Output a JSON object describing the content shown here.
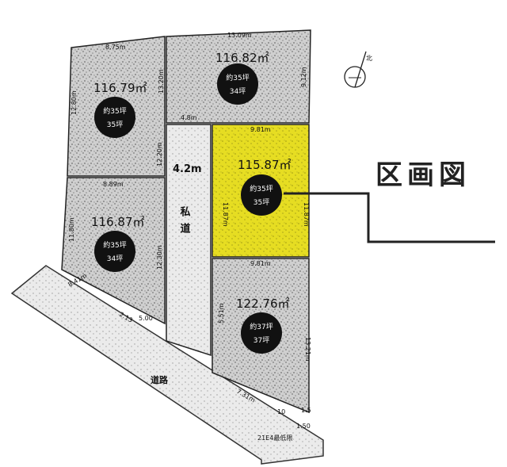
{
  "title": "区画図",
  "north_symbol": "北",
  "lots": [
    {
      "id": "lot-upper-left",
      "area": "116.79㎡",
      "badge_top": "約35坪",
      "badge_bottom": "35坪",
      "highlight": false
    },
    {
      "id": "lot-upper-right",
      "area": "116.82㎡",
      "badge_top": "約35坪",
      "badge_bottom": "34坪",
      "highlight": false
    },
    {
      "id": "lot-lower-left",
      "area": "116.87㎡",
      "badge_top": "約35坪",
      "badge_bottom": "34坪",
      "highlight": false
    },
    {
      "id": "lot-middle-right",
      "area": "115.87㎡",
      "badge_top": "約35坪",
      "badge_bottom": "35坪",
      "highlight": true,
      "highlight_color": "#e6dd22"
    },
    {
      "id": "lot-lower-right",
      "area": "122.76㎡",
      "badge_top": "約37坪",
      "badge_bottom": "37坪",
      "highlight": false
    }
  ],
  "driveway": {
    "width": "4.2m",
    "label": "私道"
  },
  "road_label": "道路",
  "bottom_label": "21E4最低限",
  "dimensions": {
    "top_left": "8.75m",
    "top_right": "13.09m",
    "mid_left_top": "8.89m",
    "mid_right_top": "9.81m",
    "mid_right_bottom": "9.81m",
    "road_left": "8.41m",
    "road_mid": "2.13",
    "road_mid_b": "5.00",
    "road_right": "7.31m",
    "road_right_b": "10",
    "driveway_top": "4.8m",
    "side_a": "12.80m",
    "side_b": "13.20m",
    "side_c": "12.20m",
    "side_d": "11.80m",
    "side_e": "11.87m",
    "side_f": "11.87m",
    "side_g": "12.30m",
    "side_h": "13.21m",
    "side_i": "9.12m",
    "side_j": "5.51m",
    "side_k": "1.5",
    "side_l": "1.50"
  }
}
